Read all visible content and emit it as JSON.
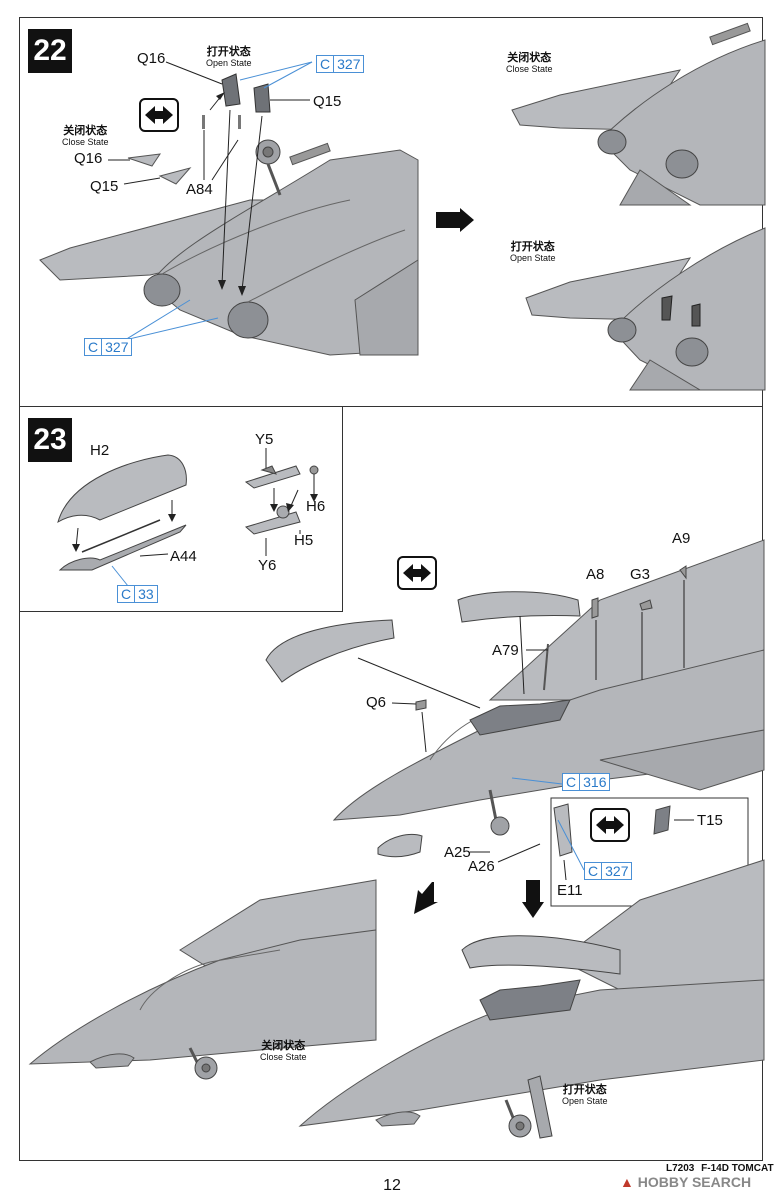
{
  "step22": {
    "number": "22",
    "parts": {
      "q16_top": "Q16",
      "q15_top": "Q15",
      "q16_side": "Q16",
      "q15_side": "Q15",
      "a84": "A84"
    },
    "color_refs": [
      {
        "letter": "C",
        "number": "327"
      },
      {
        "letter": "C",
        "number": "327"
      }
    ],
    "close_state": {
      "cn": "关闭状态",
      "en": "Close State"
    },
    "open_state": {
      "cn": "打开状态",
      "en": "Open State"
    },
    "result_close": {
      "cn": "关闭状态",
      "en": "Close State"
    },
    "result_open": {
      "cn": "打开状态",
      "en": "Open State"
    }
  },
  "step23": {
    "number": "23",
    "parts": {
      "h2": "H2",
      "a44": "A44",
      "y5": "Y5",
      "h6": "H6",
      "h5": "H5",
      "y6": "Y6",
      "a9": "A9",
      "a8": "A8",
      "g3": "G3",
      "a79": "A79",
      "q6": "Q6",
      "a25": "A25",
      "a26": "A26",
      "e11": "E11",
      "t15": "T15"
    },
    "color_refs": [
      {
        "letter": "C",
        "number": "33"
      },
      {
        "letter": "C",
        "number": "316"
      },
      {
        "letter": "C",
        "number": "327"
      }
    ],
    "result_close": {
      "cn": "关闭状态",
      "en": "Close State"
    },
    "result_open": {
      "cn": "打开状态",
      "en": "Open State"
    }
  },
  "footer": {
    "page_number": "12",
    "model_code": "L7203",
    "model_name": "F-14D TOMCAT",
    "watermark": "HOBBY SEARCH"
  },
  "colors": {
    "paint_ref": "#2a7ac9",
    "model_grey": "#b4b6ba",
    "model_dark": "#7d8086"
  }
}
